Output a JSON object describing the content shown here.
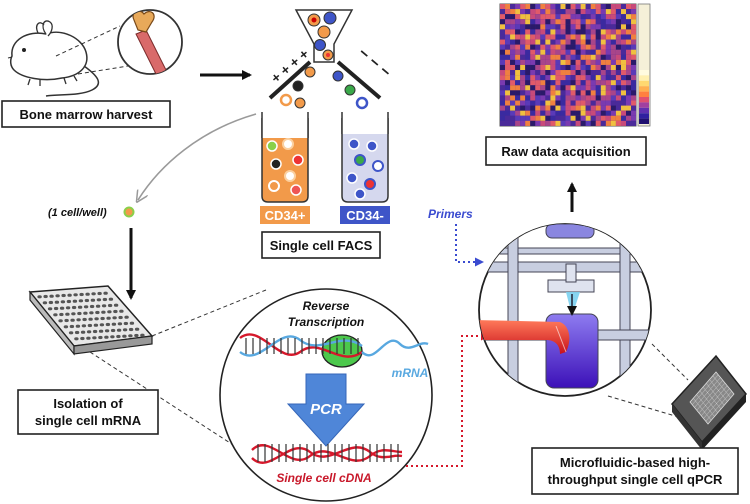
{
  "labels": {
    "bone_marrow": "Bone marrow harvest",
    "single_cell_facs": "Single cell FACS",
    "raw_data": "Raw data acquisition",
    "isolation_line1": "Isolation of",
    "isolation_line2": "single cell mRNA",
    "microfluidic_line1": "Microfluidic-based high-",
    "microfluidic_line2": "throughput single cell qPCR",
    "one_cell_per_well": "(1 cell/well)",
    "cd34_pos": "CD34+",
    "cd34_neg": "CD34-",
    "primers": "Primers",
    "reverse_line1": "Reverse",
    "reverse_line2": "Transcription",
    "mrna": "mRNA",
    "pcr": "PCR",
    "single_cell_cdna": "Single cell cDNA",
    "plus_signs": "+ + + +",
    "minus_signs": "− − −"
  },
  "colors": {
    "cd34_pos": "#f29a4a",
    "cd34_neg": "#3e55c8",
    "primers": "#3a4bd0",
    "dna_red": "#d6182b",
    "mrna_blue": "#58a8e0",
    "pcr_arrow": "#4f86d8",
    "cdna_text": "#c8182a",
    "rt_ellipse": "#4cc84c"
  },
  "icons": [
    "mouse-icon",
    "bone-icon",
    "funnel-icon",
    "test-tube-icon",
    "well-plate-icon",
    "dna-helix-icon",
    "heatmap-icon",
    "microfluidic-chip-icon",
    "cell-icon"
  ]
}
